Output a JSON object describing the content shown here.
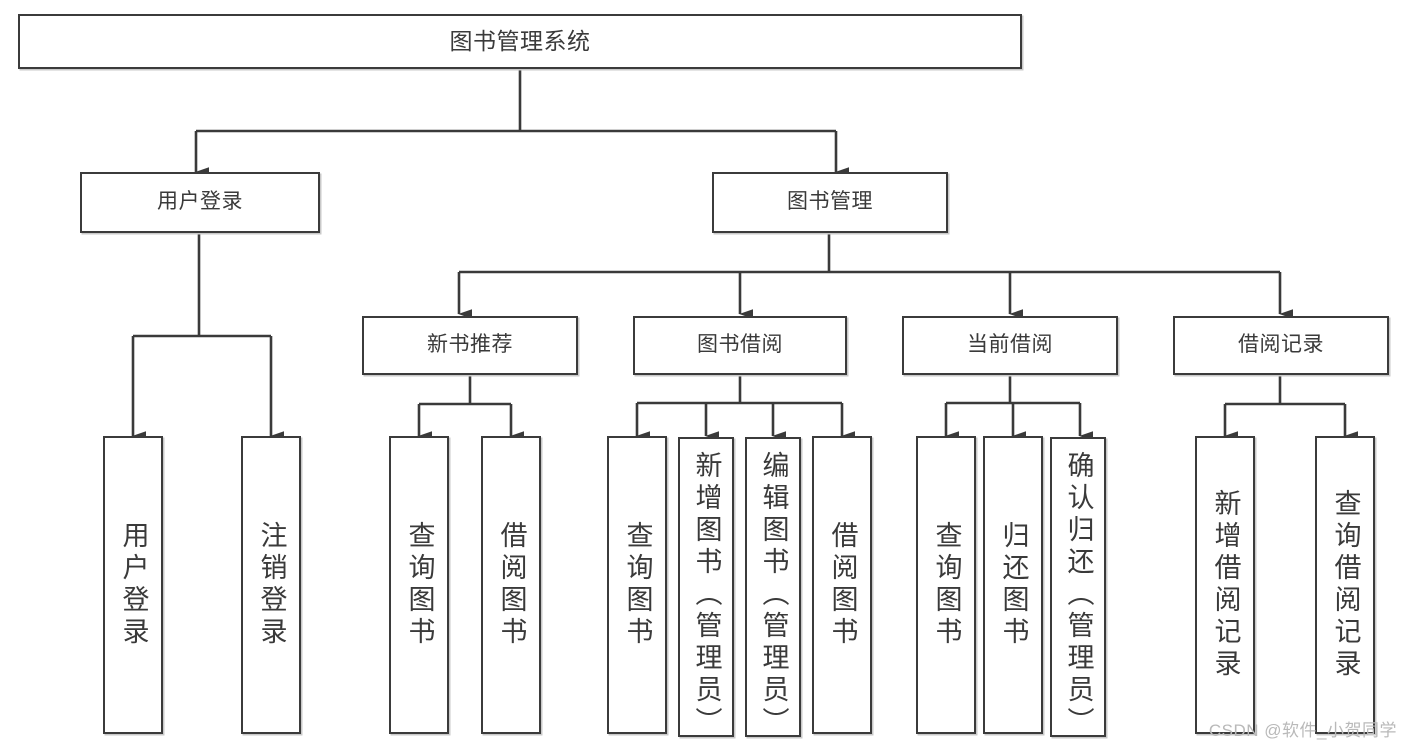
{
  "diagram": {
    "type": "tree",
    "title": "图书管理系统",
    "watermark": "CSDN @软件_小贺同学",
    "colors": {
      "box_border": "#3b3b3b",
      "box_fill": "#ffffff",
      "text": "#3a3a3a",
      "connector": "#3a3a3a",
      "watermark": "#b9b9b9",
      "background": "#ffffff"
    },
    "root": {
      "label": "图书管理系统"
    },
    "tier1": [
      {
        "label": "用户登录"
      },
      {
        "label": "图书管理"
      }
    ],
    "tier2": [
      {
        "label": "新书推荐"
      },
      {
        "label": "图书借阅"
      },
      {
        "label": "当前借阅"
      },
      {
        "label": "借阅记录"
      }
    ],
    "leaves": {
      "user_login": [
        {
          "label": "用户登录"
        },
        {
          "label": "注销登录"
        }
      ],
      "new_book_recommend": [
        {
          "label": "查询图书"
        },
        {
          "label": "借阅图书"
        }
      ],
      "book_borrow": [
        {
          "label": "查询图书"
        },
        {
          "label": "新增图书（管理员）"
        },
        {
          "label": "编辑图书（管理员）"
        },
        {
          "label": "借阅图书"
        }
      ],
      "current_borrow": [
        {
          "label": "查询图书"
        },
        {
          "label": "归还图书"
        },
        {
          "label": "确认归还（管理员）"
        }
      ],
      "borrow_record": [
        {
          "label": "新增借阅记录"
        },
        {
          "label": "查询借阅记录"
        }
      ]
    }
  }
}
